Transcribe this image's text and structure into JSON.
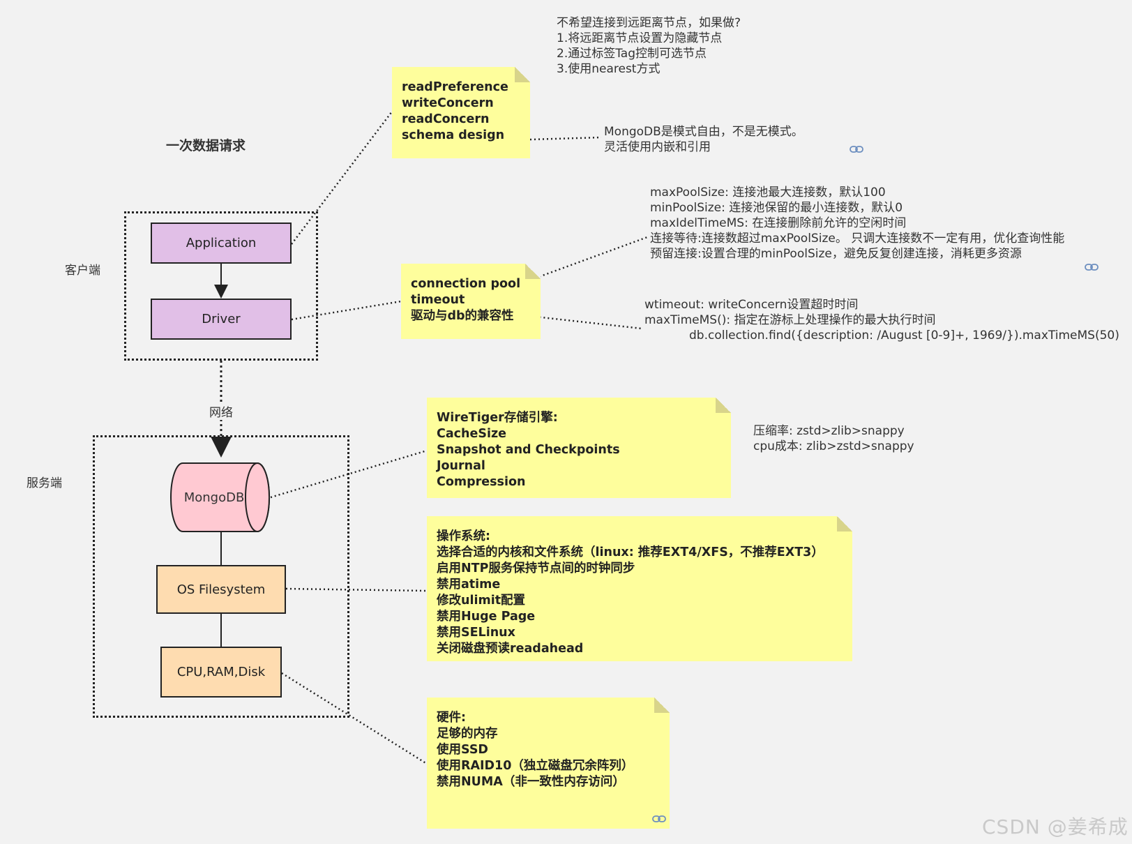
{
  "diagram": {
    "title": "一次数据请求",
    "client_label": "客户端",
    "server_label": "服务端",
    "network_label": "网络",
    "nodes": {
      "application": "Application",
      "driver": "Driver",
      "mongodb": "MongoDB",
      "os_filesystem": "OS Filesystem",
      "hardware": "CPU,RAM,Disk"
    }
  },
  "notes": {
    "app_note": [
      "readPreference",
      "writeConcern",
      "readConcern",
      "schema design"
    ],
    "driver_note": [
      "connection pool",
      "timeout",
      "驱动与db的兼容性"
    ],
    "wiretiger_note": [
      "WireTiger存储引擎:",
      "CacheSize",
      "Snapshot and Checkpoints",
      "Journal",
      "Compression"
    ],
    "os_note": [
      "操作系统:",
      "选择合适的内核和文件系统（linux: 推荐EXT4/XFS，不推荐EXT3）",
      "启用NTP服务保持节点间的时钟同步",
      "禁用atime",
      "修改ulimit配置",
      "禁用Huge Page",
      "禁用SELinux",
      "关闭磁盘预读readahead"
    ],
    "hw_note": [
      "硬件:",
      "足够的内存",
      "使用SSD",
      "使用RAID10（独立磁盘冗余阵列）",
      "禁用NUMA（非一致性内存访问）"
    ]
  },
  "annotations": {
    "read_pref": [
      "不希望连接到远距离节点，如果做?",
      "1.将远距离节点设置为隐藏节点",
      "2.通过标签Tag控制可选节点",
      "3.使用nearest方式"
    ],
    "schema": [
      "MongoDB是模式自由，不是无模式。",
      "灵活使用内嵌和引用"
    ],
    "pool": [
      "maxPoolSize:  连接池最大连接数，默认100",
      "minPoolSize: 连接池保留的最小连接数，默认0",
      "maxIdelTimeMS:  在连接删除前允许的空闲时间",
      "连接等待:连接数超过maxPoolSize。 只调大连接数不一定有用，优化查询性能",
      "预留连接:设置合理的minPoolSize，避免反复创建连接，消耗更多资源"
    ],
    "timeout": [
      "wtimeout: writeConcern设置超时时间",
      "maxTimeMS(): 指定在游标上处理操作的最大执行时间"
    ],
    "timeout_example": "db.collection.find({description: /August [0-9]+, 1969/}).maxTimeMS(50)",
    "compression": [
      "压缩率:  zstd>zlib>snappy",
      "cpu成本:   zlib>zstd>snappy"
    ]
  },
  "watermark": "CSDN @姜希成",
  "colors": {
    "background": "#f2f2f2",
    "note_yellow": "#fefe9c",
    "purple_node": "#e1bfe7",
    "pink_db": "#ffc9d2",
    "orange_node": "#fedcb0",
    "link_icon": "#6c8ebf"
  }
}
